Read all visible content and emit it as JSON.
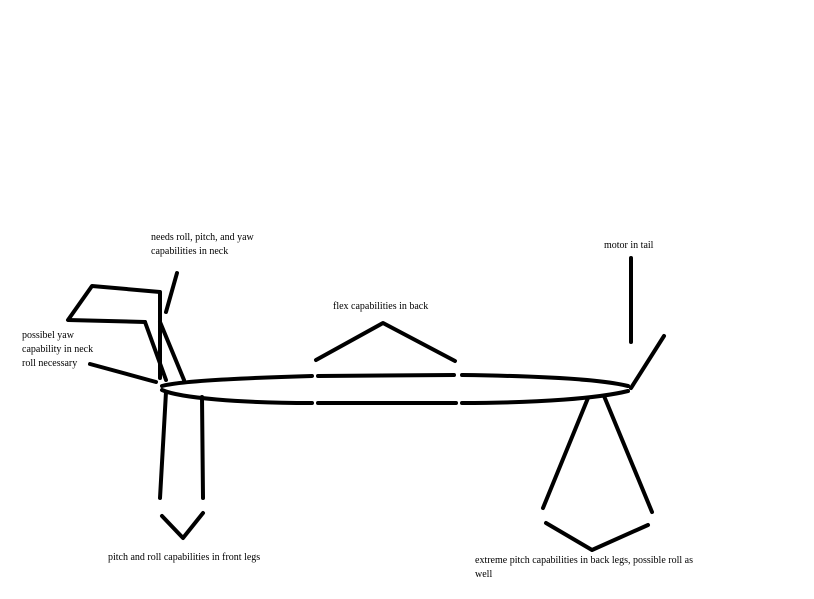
{
  "annotations": {
    "neck_capabilities": [
      "needs roll, pitch, and yaw",
      "capabilities in neck"
    ],
    "neck_yaw": [
      "possibel yaw",
      "capability in neck",
      "roll necessary"
    ],
    "back_flex": [
      "flex capabilities in back"
    ],
    "tail_motor": [
      "motor in tail"
    ],
    "front_legs": [
      "pitch and roll capabilities in front legs"
    ],
    "back_legs": [
      "extreme pitch capabilities in back legs, possible roll as",
      "well"
    ]
  },
  "colors": {
    "stroke": "#000000",
    "background": "#ffffff"
  }
}
